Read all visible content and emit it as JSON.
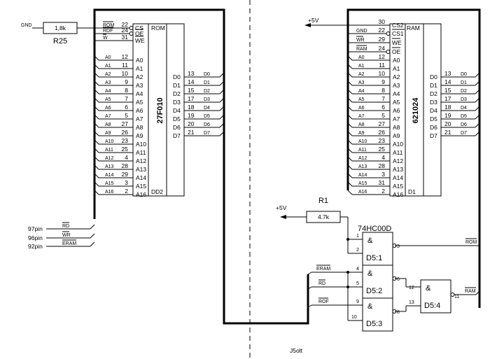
{
  "rom": {
    "part": "27F010",
    "ref": "DD2",
    "block_label": "ROM",
    "ctrl": [
      {
        "sig": "ROM",
        "pin": "22",
        "name": "CS"
      },
      {
        "sig": "RDF",
        "pin": "24",
        "name": "OE"
      },
      {
        "sig": "W",
        "pin": "31",
        "name": "WE"
      }
    ],
    "addr": [
      {
        "sig": "A0",
        "pin": "12",
        "name": "A0"
      },
      {
        "sig": "A1",
        "pin": "11",
        "name": "A1"
      },
      {
        "sig": "A2",
        "pin": "10",
        "name": "A2"
      },
      {
        "sig": "A3",
        "pin": "9",
        "name": "A3"
      },
      {
        "sig": "A4",
        "pin": "8",
        "name": "A4"
      },
      {
        "sig": "A5",
        "pin": "7",
        "name": "A5"
      },
      {
        "sig": "A6",
        "pin": "6",
        "name": "A6"
      },
      {
        "sig": "A7",
        "pin": "5",
        "name": "A7"
      },
      {
        "sig": "A8",
        "pin": "27",
        "name": "A8"
      },
      {
        "sig": "A9",
        "pin": "26",
        "name": "A9"
      },
      {
        "sig": "A10",
        "pin": "23",
        "name": "A10"
      },
      {
        "sig": "A11",
        "pin": "25",
        "name": "A11"
      },
      {
        "sig": "A12",
        "pin": "4",
        "name": "A12"
      },
      {
        "sig": "A13",
        "pin": "28",
        "name": "A13"
      },
      {
        "sig": "A14",
        "pin": "29",
        "name": "A14"
      },
      {
        "sig": "A15",
        "pin": "3",
        "name": "A15"
      },
      {
        "sig": "A16",
        "pin": "2",
        "name": "A16"
      }
    ],
    "data": [
      {
        "name": "D0",
        "pin": "13",
        "sig": "D0"
      },
      {
        "name": "D1",
        "pin": "14",
        "sig": "D1"
      },
      {
        "name": "D2",
        "pin": "15",
        "sig": "D2"
      },
      {
        "name": "D3",
        "pin": "17",
        "sig": "D3"
      },
      {
        "name": "D4",
        "pin": "18",
        "sig": "D4"
      },
      {
        "name": "D5",
        "pin": "19",
        "sig": "D5"
      },
      {
        "name": "D6",
        "pin": "20",
        "sig": "D6"
      },
      {
        "name": "D7",
        "pin": "21",
        "sig": "D7"
      }
    ]
  },
  "ram": {
    "part": "621024",
    "ref": "D1",
    "block_label": "RAM",
    "ctrl": [
      {
        "sig": "+5V",
        "pin": "30",
        "name": "CS2"
      },
      {
        "sig": "GND",
        "pin": "22",
        "name": "CS1"
      },
      {
        "sig": "WR",
        "pin": "29",
        "name": "WE"
      },
      {
        "sig": "RAM",
        "pin": "24",
        "name": "OE"
      }
    ],
    "addr": [
      {
        "sig": "A0",
        "pin": "12",
        "name": "A0"
      },
      {
        "sig": "A1",
        "pin": "11",
        "name": "A1"
      },
      {
        "sig": "A2",
        "pin": "10",
        "name": "A2"
      },
      {
        "sig": "A3",
        "pin": "9",
        "name": "A3"
      },
      {
        "sig": "A4",
        "pin": "8",
        "name": "A4"
      },
      {
        "sig": "A5",
        "pin": "7",
        "name": "A5"
      },
      {
        "sig": "A6",
        "pin": "6",
        "name": "A6"
      },
      {
        "sig": "A7",
        "pin": "5",
        "name": "A7"
      },
      {
        "sig": "A8",
        "pin": "27",
        "name": "A8"
      },
      {
        "sig": "A9",
        "pin": "26",
        "name": "A9"
      },
      {
        "sig": "A10",
        "pin": "23",
        "name": "A10"
      },
      {
        "sig": "A11",
        "pin": "25",
        "name": "A11"
      },
      {
        "sig": "A12",
        "pin": "4",
        "name": "A12"
      },
      {
        "sig": "A13",
        "pin": "28",
        "name": "A13"
      },
      {
        "sig": "A14",
        "pin": "3",
        "name": "A14"
      },
      {
        "sig": "A15",
        "pin": "31",
        "name": "A15"
      },
      {
        "sig": "A16",
        "pin": "2",
        "name": "A16"
      }
    ],
    "data": [
      {
        "name": "D0",
        "pin": "13",
        "sig": "D0"
      },
      {
        "name": "D1",
        "pin": "14",
        "sig": "D1"
      },
      {
        "name": "D2",
        "pin": "15",
        "sig": "D2"
      },
      {
        "name": "D3",
        "pin": "17",
        "sig": "D3"
      },
      {
        "name": "D4",
        "pin": "18",
        "sig": "D4"
      },
      {
        "name": "D5",
        "pin": "19",
        "sig": "D5"
      },
      {
        "name": "D6",
        "pin": "20",
        "sig": "D6"
      },
      {
        "name": "D7",
        "pin": "21",
        "sig": "D7"
      }
    ]
  },
  "r25": {
    "ref": "R25",
    "value": "1,8k",
    "net": "GND"
  },
  "r1": {
    "ref": "R1",
    "value": "4.7k",
    "net": "+5V"
  },
  "ram_supply": "+5V",
  "pins": [
    {
      "label": "97pin",
      "sig": "RD"
    },
    {
      "label": "96pin",
      "sig": "WR"
    },
    {
      "label": "92pin",
      "sig": "ERAM"
    }
  ],
  "logic": {
    "chip": "74HC00D",
    "gate_symbol": "&",
    "gates": [
      {
        "ref": "D5:1",
        "in_a": "1",
        "in_b": "2",
        "out": "3",
        "out_sig": "ROM"
      },
      {
        "ref": "D5:2",
        "in_a": "4",
        "in_b": "5",
        "out": "6",
        "in_sig_a": "ERAM",
        "in_sig_b": "RD"
      },
      {
        "ref": "D5:3",
        "in_a": "9",
        "in_b": "10",
        "out": "8",
        "in_sig_a": "ROF"
      },
      {
        "ref": "D5:4",
        "in_a": "12",
        "in_b": "13",
        "out": "11",
        "out_sig": "RAM"
      }
    ]
  },
  "footer": "J5olt"
}
